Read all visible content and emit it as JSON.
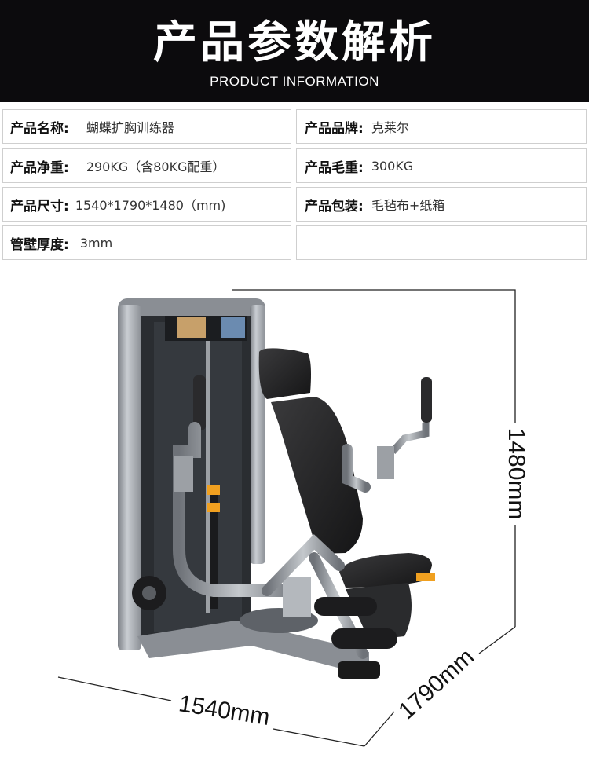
{
  "header": {
    "title": "产品参数解析",
    "subtitle": "PRODUCT INFORMATION"
  },
  "specs": [
    {
      "label": "产品名称:",
      "value": "蝴蝶扩胸训练器"
    },
    {
      "label": "产品品牌:",
      "value": "克莱尔"
    },
    {
      "label": "产品净重:",
      "value": "290KG（含80KG配重）"
    },
    {
      "label": "产品毛重:",
      "value": "300KG"
    },
    {
      "label": "产品尺寸:",
      "value": "1540*1790*1480（mm)"
    },
    {
      "label": "产品包装:",
      "value": "毛毡布+纸箱"
    },
    {
      "label": "管壁厚度:",
      "value": "3mm"
    },
    {
      "label": "",
      "value": ""
    }
  ],
  "dimensions": {
    "height": "1480mm",
    "depth": "1790mm",
    "width": "1540mm"
  },
  "colors": {
    "header_bg": "#0c0b0d",
    "frame_gray": "#9a9ea3",
    "accent_orange": "#f0a020"
  }
}
